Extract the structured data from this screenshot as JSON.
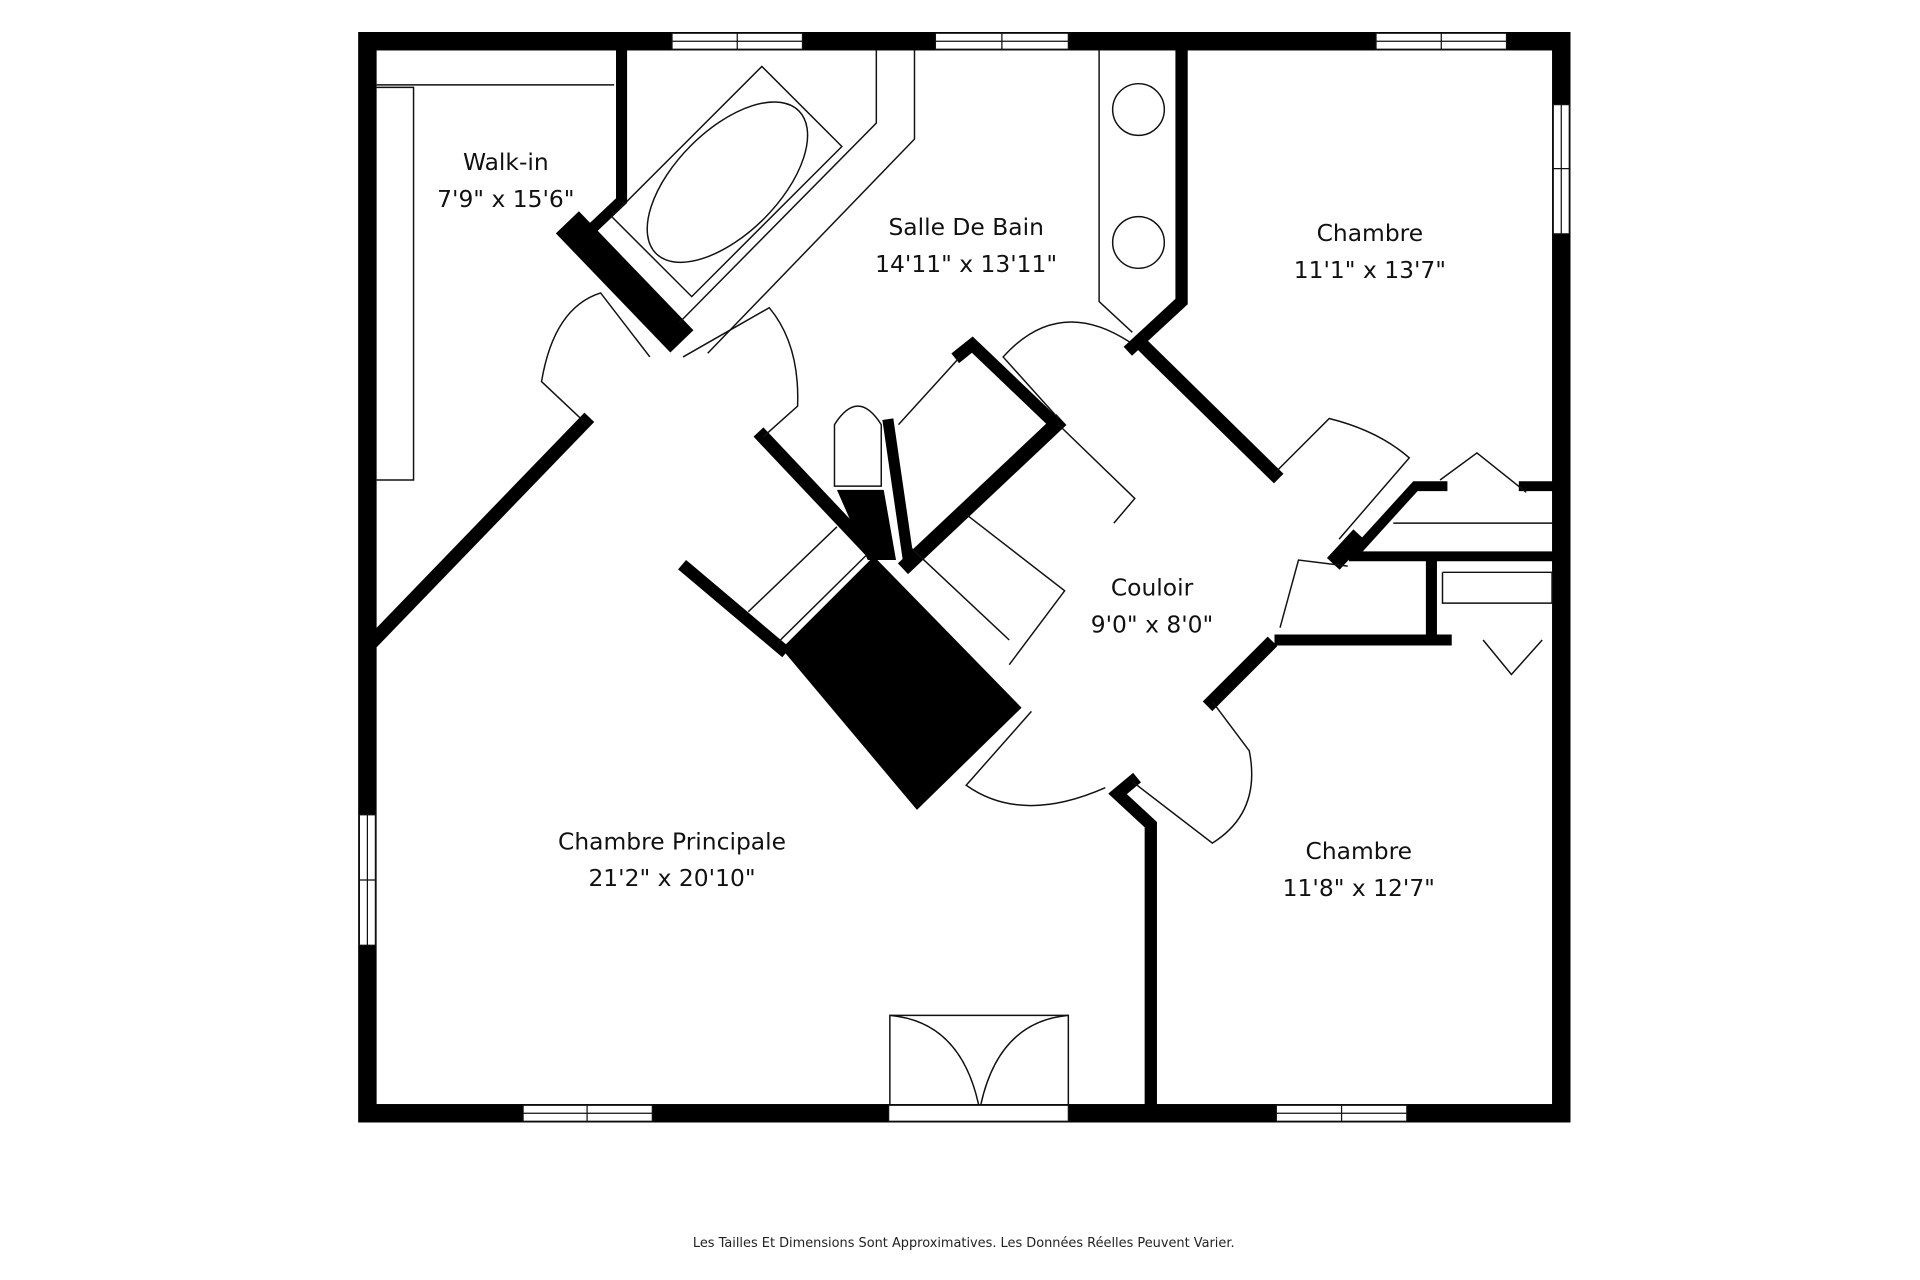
{
  "rooms": [
    {
      "name": "Walk-in",
      "dims": "7'9\" x 15'6\""
    },
    {
      "name": "Salle De Bain",
      "dims": "14'11\" x 13'11\""
    },
    {
      "name": "Chambre",
      "dims": "11'1\" x 13'7\""
    },
    {
      "name": "Couloir",
      "dims": "9'0\" x 8'0\""
    },
    {
      "name": "Chambre Principale",
      "dims": "21'2\" x 20'10\""
    },
    {
      "name": "Chambre",
      "dims": "11'8\" x 12'7\""
    }
  ],
  "footer": "Les Tailles Et Dimensions Sont Approximatives. Les Données Réelles Peuvent Varier."
}
